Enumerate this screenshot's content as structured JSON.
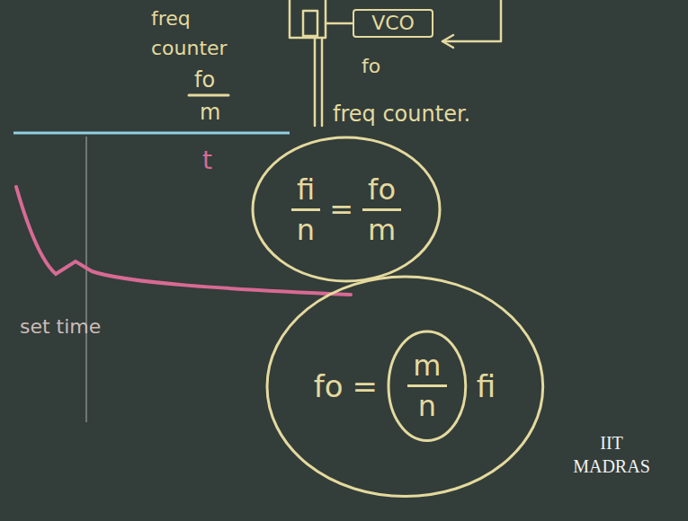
{
  "diagram": {
    "nodes": [
      {
        "text": [
          "VCO"
        ]
      },
      {
        "text": [
          "fi",
          "n",
          "=",
          "fo",
          "m"
        ]
      },
      {
        "text": [
          "fo",
          "=",
          "fi"
        ]
      },
      {
        "text": [
          "m",
          "n"
        ],
        "in": 2
      }
    ],
    "labels": [
      "freq counter",
      "fo",
      "m",
      "fo",
      "freq counter.",
      "t",
      "set time",
      "IIT MADRAS"
    ]
  }
}
